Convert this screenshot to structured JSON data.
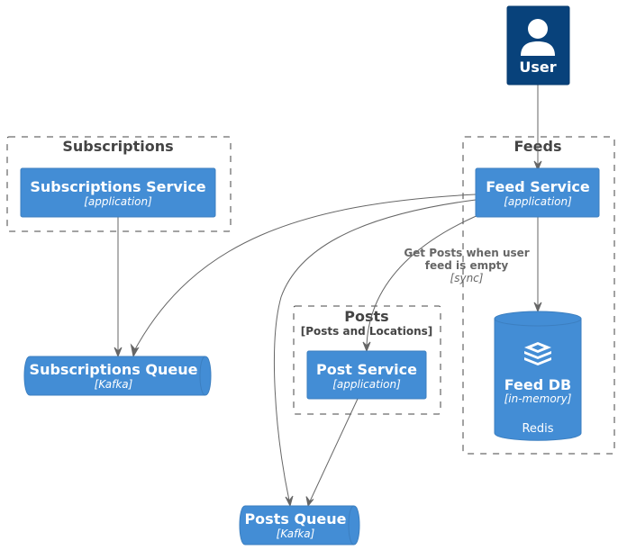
{
  "colors": {
    "container": "#438DD5",
    "person": "#08427B",
    "edge": "#666666",
    "boundary": "#444444"
  },
  "boundaries": {
    "subscriptions": {
      "title": "Subscriptions"
    },
    "feeds": {
      "title": "Feeds"
    },
    "posts": {
      "title": "Posts",
      "subtitle": "[Posts and Locations]"
    }
  },
  "nodes": {
    "user": {
      "title": "User",
      "icon": "person-icon"
    },
    "subscriptions_service": {
      "title": "Subscriptions Service",
      "tech": "[application]"
    },
    "feed_service": {
      "title": "Feed Service",
      "tech": "[application]"
    },
    "post_service": {
      "title": "Post Service",
      "tech": "[application]"
    },
    "subscriptions_queue": {
      "title": "Subscriptions Queue",
      "tech": "[Kafka]"
    },
    "posts_queue": {
      "title": "Posts Queue",
      "tech": "[Kafka]"
    },
    "feed_db": {
      "title": "Feed DB",
      "tech": "[in-memory]",
      "description": "Redis",
      "icon": "redis-icon"
    }
  },
  "edges": {
    "feed_to_post": {
      "line1": "Get Posts when user",
      "line2": "feed is empty",
      "tech": "[sync]"
    }
  }
}
